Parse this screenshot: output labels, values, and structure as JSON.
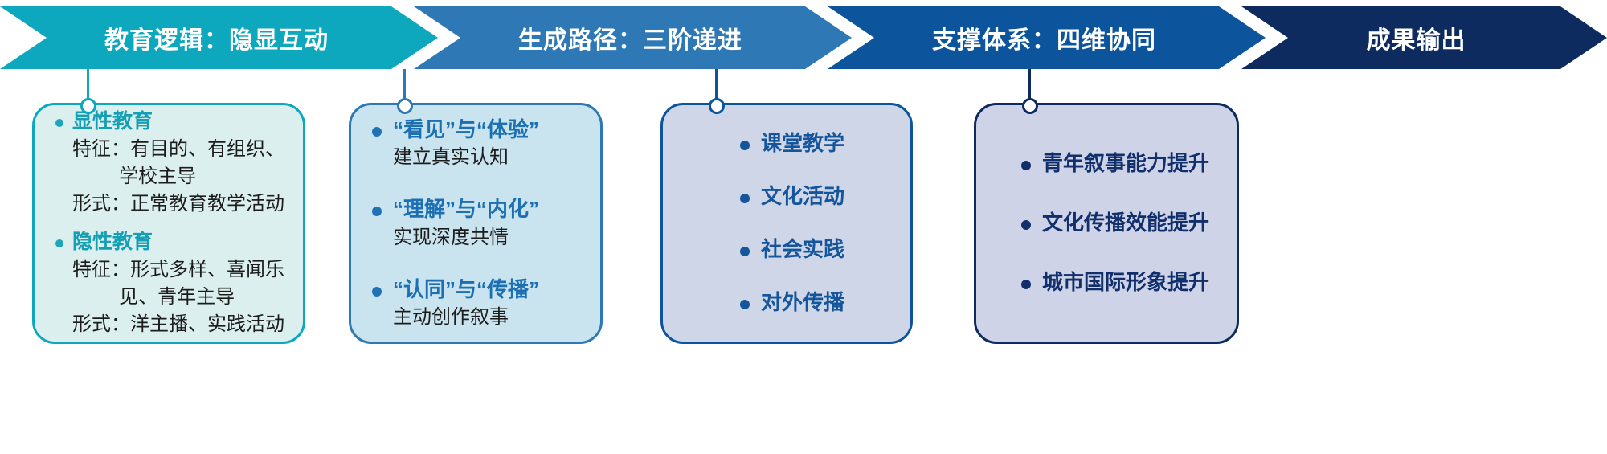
{
  "theme": {
    "stage1_color": "#0DA8BE",
    "stage2_color": "#2E79B5",
    "stage3_color": "#0C559D",
    "stage4_color": "#0D2B5E",
    "card1_bg": "#DCEFEF",
    "card2_bg": "#C9E4EE",
    "card3_bg": "#CED6E8",
    "card4_bg": "#CFD3E7"
  },
  "stages": [
    {
      "id": "stage-1",
      "header": "教育逻辑：隐显互动"
    },
    {
      "id": "stage-2",
      "header": "生成路径：三阶递进"
    },
    {
      "id": "stage-3",
      "header": "支撑体系：四维协同"
    },
    {
      "id": "stage-4",
      "header": "成果输出"
    }
  ],
  "cards": {
    "card1": {
      "groups": [
        {
          "title": "显性教育",
          "lines": [
            "特征：有目的、有组织、",
            "学校主导",
            "形式：正常教育教学活动"
          ]
        },
        {
          "title": "隐性教育",
          "lines": [
            "特征：形式多样、喜闻乐",
            "见、青年主导",
            "形式：洋主播、实践活动"
          ]
        }
      ]
    },
    "card2": {
      "items": [
        {
          "title": "“看见”与“体验”",
          "detail": "建立真实认知"
        },
        {
          "title": "“理解”与“内化”",
          "detail": "实现深度共情"
        },
        {
          "title": "“认同”与“传播”",
          "detail": "主动创作叙事"
        }
      ]
    },
    "card3": {
      "items": [
        "课堂教学",
        "文化活动",
        "社会实践",
        "对外传播"
      ]
    },
    "card4": {
      "items": [
        "青年叙事能力提升",
        "文化传播效能提升",
        "城市国际形象提升"
      ]
    }
  }
}
